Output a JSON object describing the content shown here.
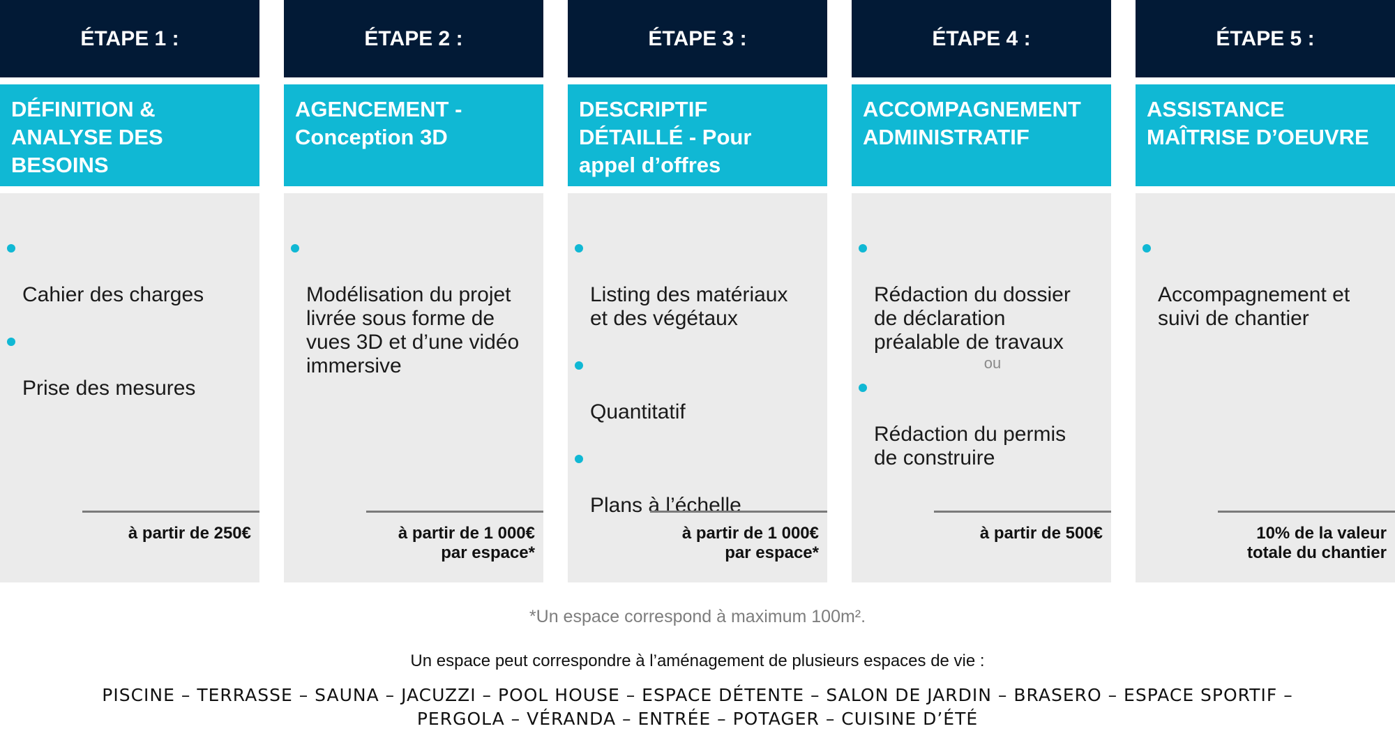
{
  "columns": [
    {
      "step": "ÉTAPE 1 :",
      "title": "DÉFINITION &\nANALYSE DES\nBESOINS",
      "items": [
        "Cahier des charges",
        "Prise des mesures"
      ],
      "price": "à partir de 250€"
    },
    {
      "step": "ÉTAPE 2 :",
      "title": "AGENCEMENT -\nConception 3D",
      "items": [
        "Modélisation du projet\nlivrée sous forme de\nvues 3D et d’une vidéo\nimmersive"
      ],
      "price": "à partir de 1 000€\npar espace*"
    },
    {
      "step": "ÉTAPE 3 :",
      "title": "DESCRIPTIF\nDÉTAILLÉ - Pour\nappel d’offres",
      "items": [
        "Listing des matériaux\net des végétaux",
        "Quantitatif",
        "Plans à l’échelle"
      ],
      "price": "à partir de 1 000€\npar espace*"
    },
    {
      "step": "ÉTAPE 4 :",
      "title": "ACCOMPAGNEMENT\nADMINISTRATIF",
      "items": [
        "Rédaction du dossier\nde déclaration\npréalable de travaux",
        "Rédaction du permis\nde construire"
      ],
      "or_text": "ou",
      "price": "à partir de 500€"
    },
    {
      "step": "ÉTAPE 5 :",
      "title": "ASSISTANCE\nMAÎTRISE D’OEUVRE",
      "items": [
        "Accompagnement et\nsuivi de chantier"
      ],
      "price": "10% de la valeur\ntotale du chantier"
    }
  ],
  "footnote": "*Un espace correspond à maximum 100m².",
  "spaces_intro": "Un espace peut correspondre à l’aménagement de plusieurs espaces de vie :",
  "spaces_list": "PISCINE – TERRASSE – SAUNA – JACUZZI – POOL HOUSE – ESPACE DÉTENTE – SALON DE JARDIN – BRASERO – ESPACE SPORTIF – PERGOLA – VÉRANDA – ENTRÉE – POTAGER – CUISINE D’ÉTÉ",
  "colors": {
    "header_navy": "#021a36",
    "title_cyan": "#10b8d4",
    "body_gray": "#ebebeb",
    "bullet_cyan": "#10b8d4"
  }
}
